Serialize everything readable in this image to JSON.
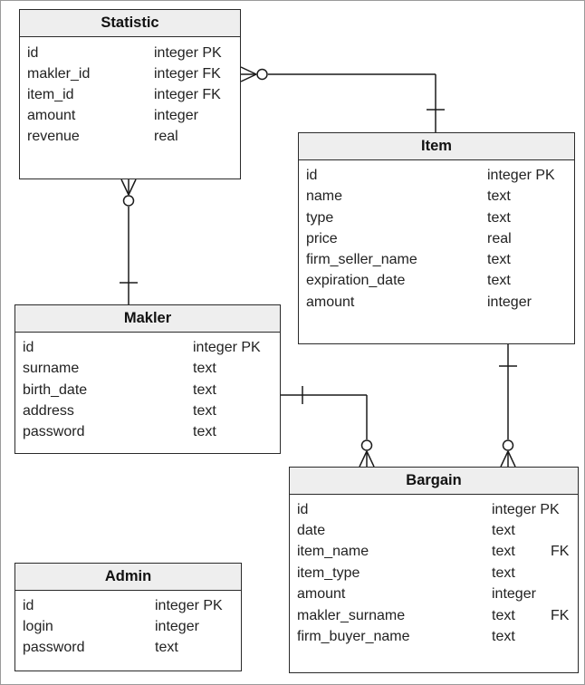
{
  "entities": {
    "statistic": {
      "title": "Statistic",
      "attributes": [
        {
          "name": "id",
          "type": "integer PK",
          "key": ""
        },
        {
          "name": "makler_id",
          "type": "integer FK",
          "key": ""
        },
        {
          "name": "item_id",
          "type": "integer FK",
          "key": ""
        },
        {
          "name": "amount",
          "type": "integer",
          "key": ""
        },
        {
          "name": "revenue",
          "type": "real",
          "key": ""
        }
      ]
    },
    "item": {
      "title": "Item",
      "attributes": [
        {
          "name": "id",
          "type": "integer PK",
          "key": ""
        },
        {
          "name": "name",
          "type": "text",
          "key": ""
        },
        {
          "name": "type",
          "type": "text",
          "key": ""
        },
        {
          "name": "price",
          "type": "real",
          "key": ""
        },
        {
          "name": "firm_seller_name",
          "type": "text",
          "key": ""
        },
        {
          "name": "expiration_date",
          "type": "text",
          "key": ""
        },
        {
          "name": "amount",
          "type": "integer",
          "key": ""
        }
      ]
    },
    "makler": {
      "title": "Makler",
      "attributes": [
        {
          "name": "id",
          "type": "integer PK",
          "key": ""
        },
        {
          "name": "surname",
          "type": "text",
          "key": ""
        },
        {
          "name": "birth_date",
          "type": "text",
          "key": ""
        },
        {
          "name": "address",
          "type": "text",
          "key": ""
        },
        {
          "name": "password",
          "type": "text",
          "key": ""
        }
      ]
    },
    "bargain": {
      "title": "Bargain",
      "attributes": [
        {
          "name": "id",
          "type": "integer PK",
          "key": ""
        },
        {
          "name": "date",
          "type": "text",
          "key": ""
        },
        {
          "name": "item_name",
          "type": "text",
          "key": "FK"
        },
        {
          "name": "item_type",
          "type": "text",
          "key": ""
        },
        {
          "name": "amount",
          "type": "integer",
          "key": ""
        },
        {
          "name": "makler_surname",
          "type": "text",
          "key": "FK"
        },
        {
          "name": "firm_buyer_name",
          "type": "text",
          "key": ""
        }
      ]
    },
    "admin": {
      "title": "Admin",
      "attributes": [
        {
          "name": "id",
          "type": "integer PK",
          "key": ""
        },
        {
          "name": "login",
          "type": "integer",
          "key": ""
        },
        {
          "name": "password",
          "type": "text",
          "key": ""
        }
      ]
    }
  },
  "relationships": [
    {
      "from": "statistic",
      "to": "item",
      "from_cardinality": "zero-or-many",
      "to_cardinality": "one"
    },
    {
      "from": "statistic",
      "to": "makler",
      "from_cardinality": "zero-or-many",
      "to_cardinality": "one"
    },
    {
      "from": "makler",
      "to": "bargain",
      "from_cardinality": "one",
      "to_cardinality": "zero-or-many"
    },
    {
      "from": "item",
      "to": "bargain",
      "from_cardinality": "one",
      "to_cardinality": "zero-or-many"
    }
  ],
  "colors": {
    "line": "#1a1a1a",
    "header_bg": "#eeeeee",
    "border": "#2a2a2a"
  }
}
